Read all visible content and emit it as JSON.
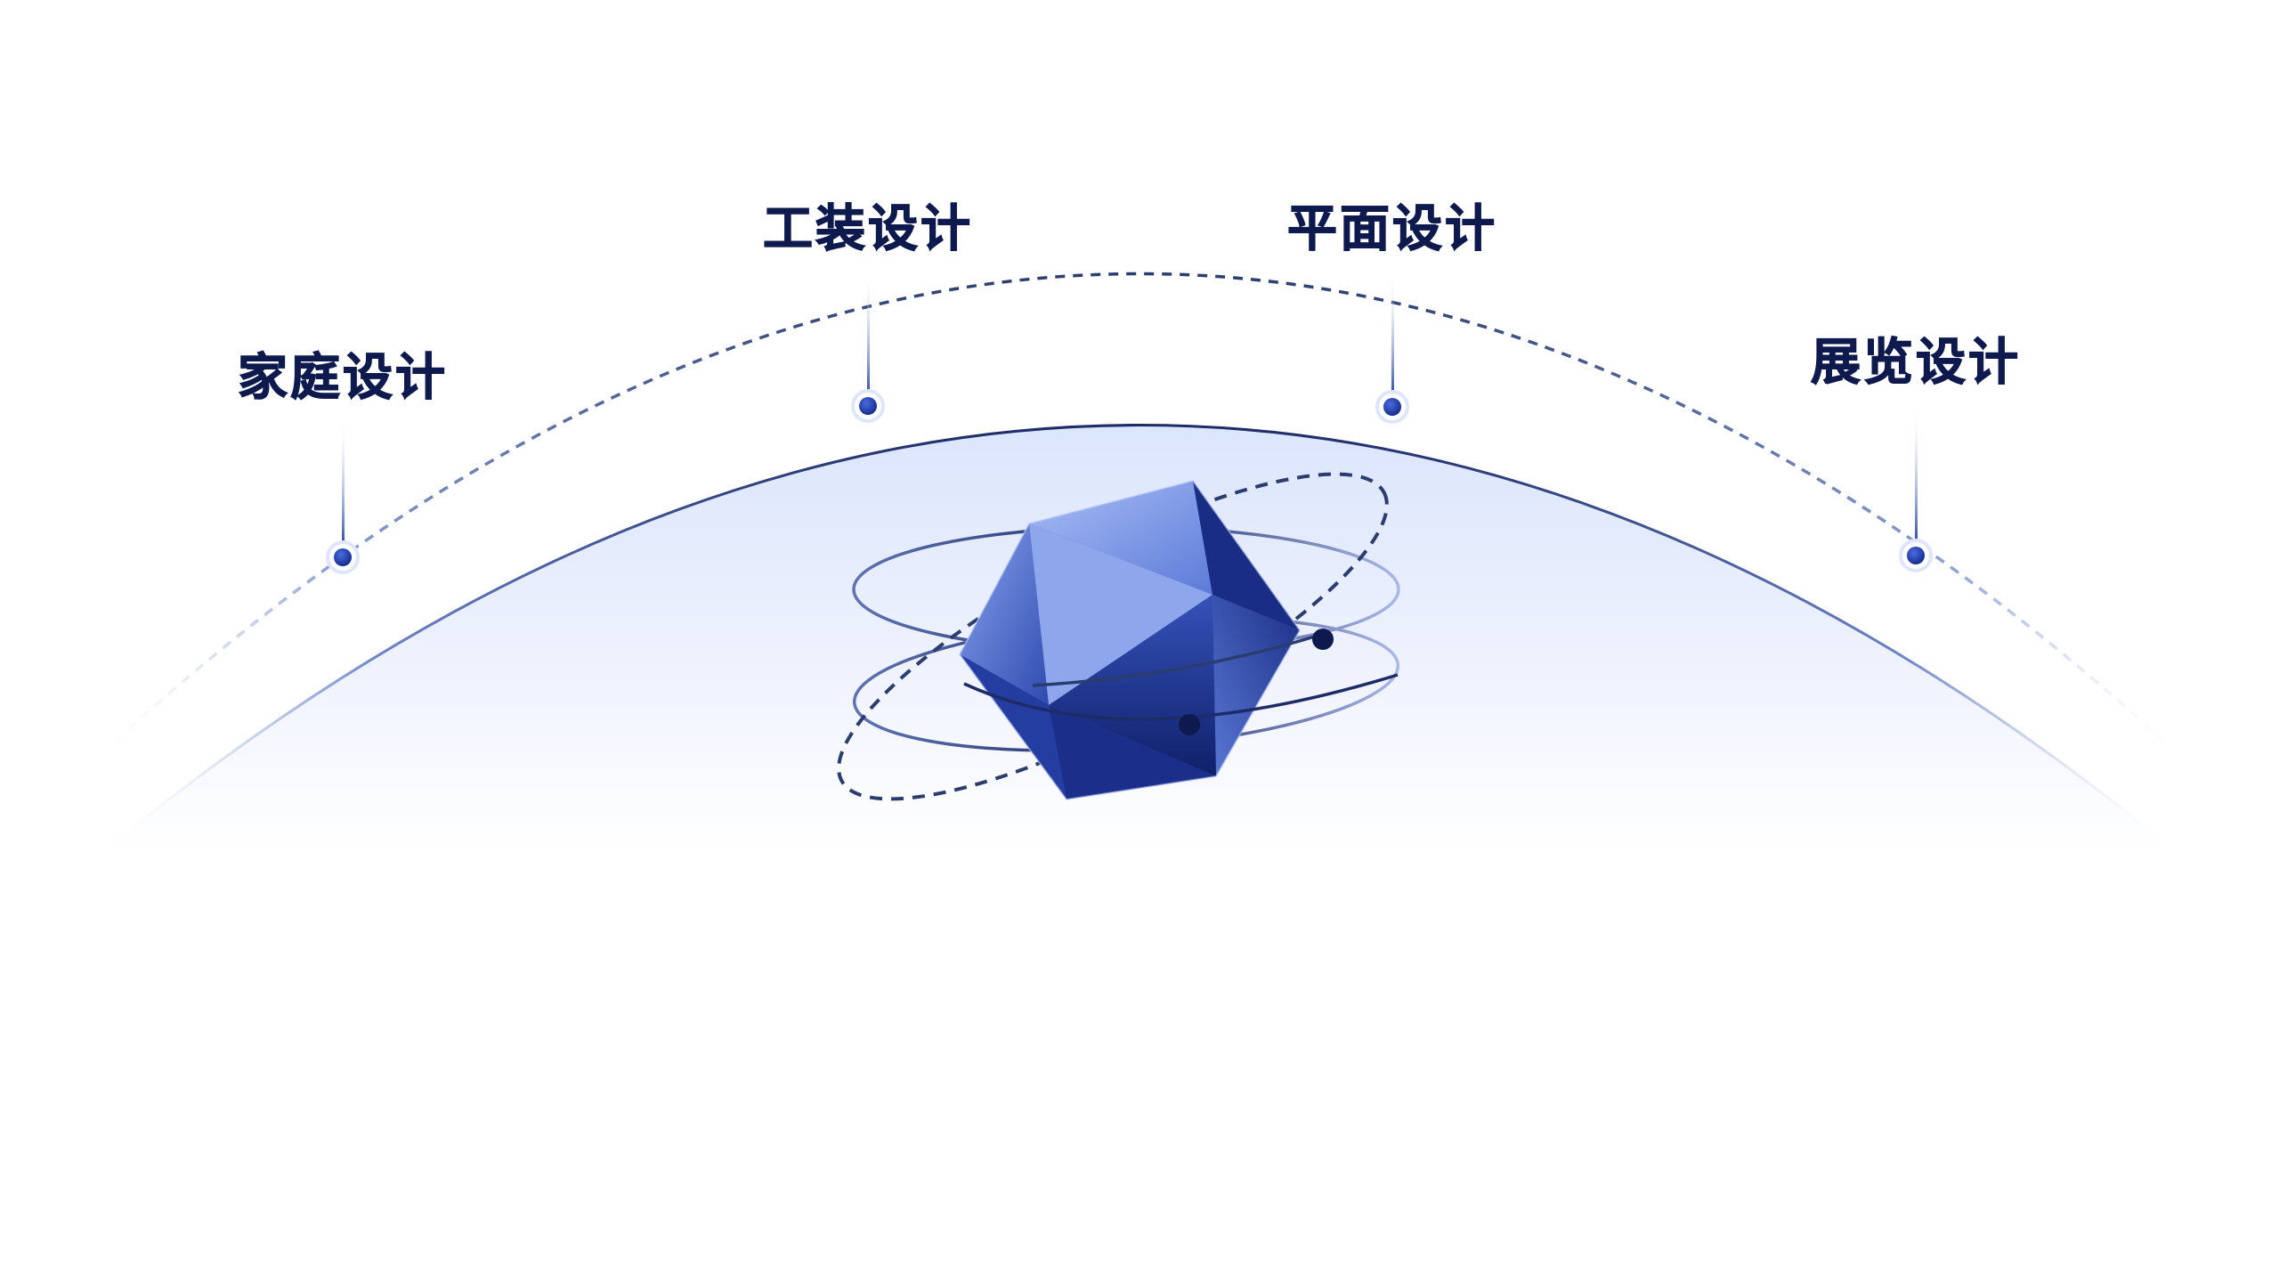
{
  "colors": {
    "label_text": "#0e1a4d",
    "accent": "#1f3fa3",
    "node_fill": "#1a3aa8",
    "node_ring": "#dfe6fb",
    "dome_top": "#dbe5fc",
    "dashed_arc": "#2b3d6e",
    "gem_light": "#9fb6f3",
    "gem_dark": "#13226d"
  },
  "labels": [
    {
      "text": "家庭设计"
    },
    {
      "text": "工装设计"
    },
    {
      "text": "平面设计"
    },
    {
      "text": "展览设计"
    }
  ],
  "icons": {
    "center": "polyhedron-gem-icon",
    "orbit": "orbit-ring-icon",
    "node": "timeline-node-icon"
  }
}
